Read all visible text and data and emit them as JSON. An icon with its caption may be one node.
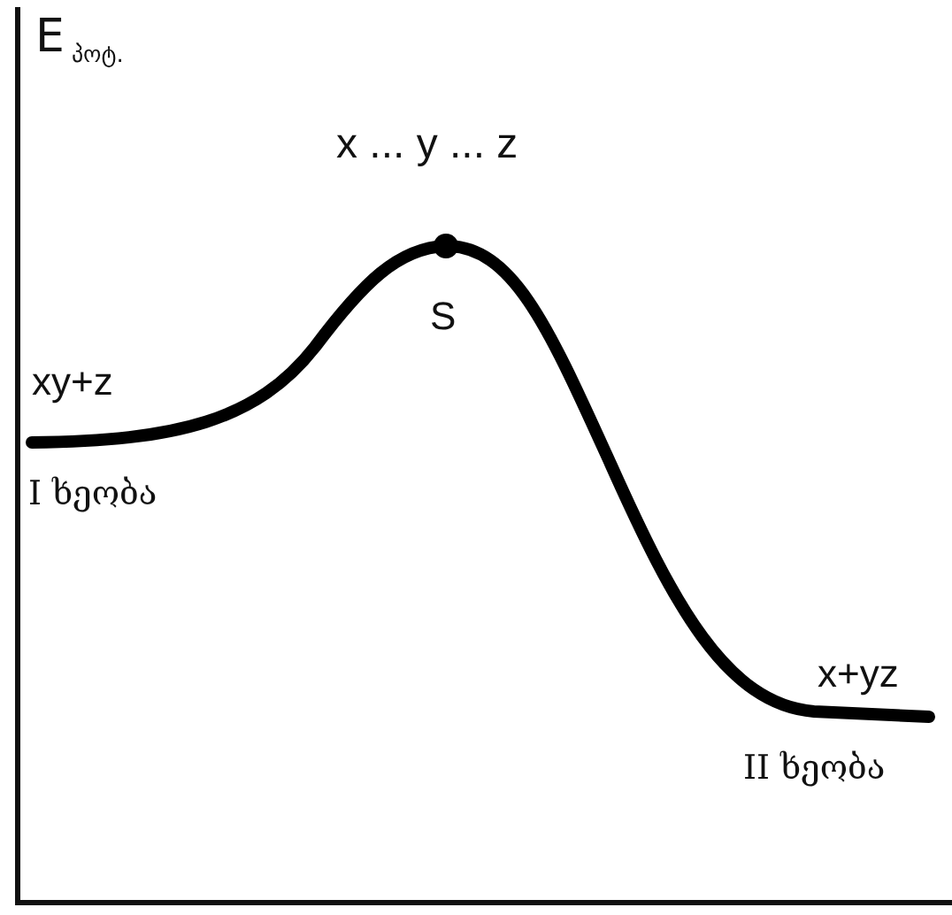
{
  "diagram": {
    "labels": [
      "E$_{პოტ.}$",
      "x ... y ... z",
      "S",
      "xy+z",
      "I ხეობა",
      "x+yz",
      "II ხეობა"
    ]
  }
}
